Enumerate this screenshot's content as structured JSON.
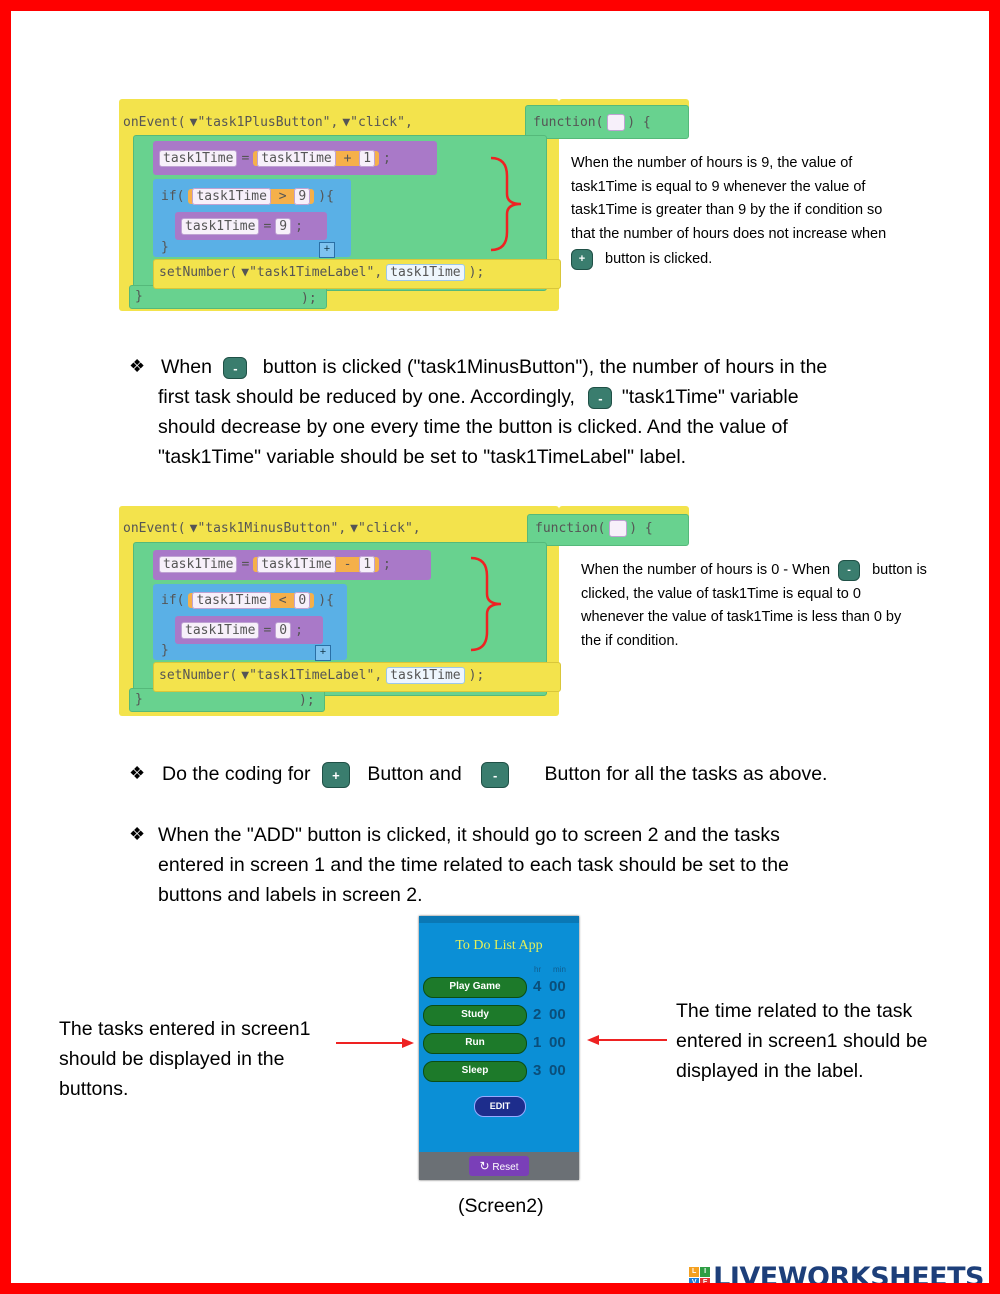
{
  "code_block_1": {
    "line1": {
      "fn": "onEvent(",
      "arg1": "▼\"task1PlusButton\",",
      "arg2": "▼\"click\",",
      "func": "function(",
      "func_end": ") {"
    },
    "line2": {
      "var": "task1Time",
      "eq": "=",
      "expr_var": "task1Time",
      "op": "+",
      "num": "1",
      "end": ";"
    },
    "line3": {
      "kw": "if(",
      "var": "task1Time",
      "op": ">",
      "num": "9",
      "end": "){"
    },
    "line4": {
      "var": "task1Time",
      "eq": "=",
      "num": "9",
      "end": ";"
    },
    "line5": {
      "close": "}",
      "plus": "+"
    },
    "line6": {
      "fn": "setNumber(",
      "arg1": "▼\"task1TimeLabel\",",
      "arg2": "task1Time",
      "end": ");"
    },
    "line7": {
      "close": "}",
      "end": ");"
    }
  },
  "note_1": {
    "l1": "When the number of hours is 9, the value of",
    "l2": "task1Time is equal to 9 whenever the value of",
    "l3": "task1Time is greater than 9 by the if condition so",
    "l4": "that the number of hours does not increase when",
    "btn": "+",
    "l5": "button is clicked."
  },
  "para_1": {
    "bullet": "❖",
    "a": "When",
    "btn1": "-",
    "b": "button is clicked (\"task1MinusButton\"), the number of hours in the",
    "c": "first task should be reduced by one. Accordingly,",
    "btn2": "-",
    "d": "\"task1Time\" variable",
    "e": "should decrease by one every time the button is clicked. And the value of",
    "f": "\"task1Time\" variable should be set to \"task1TimeLabel\" label."
  },
  "code_block_2": {
    "line1": {
      "fn": "onEvent(",
      "arg1": "▼\"task1MinusButton\",",
      "arg2": "▼\"click\",",
      "func": "function(",
      "func_end": ") {"
    },
    "line2": {
      "var": "task1Time",
      "eq": "=",
      "expr_var": "task1Time",
      "op": "-",
      "num": "1",
      "end": ";"
    },
    "line3": {
      "kw": "if(",
      "var": "task1Time",
      "op": "<",
      "num": "0",
      "end": "){"
    },
    "line4": {
      "var": "task1Time",
      "eq": "=",
      "num": "0",
      "end": ";"
    },
    "line5": {
      "close": "}",
      "plus": "+"
    },
    "line6": {
      "fn": "setNumber(",
      "arg1": "▼\"task1TimeLabel\",",
      "arg2": "task1Time",
      "end": ");"
    },
    "line7": {
      "close": "}",
      "end": ");"
    }
  },
  "note_2": {
    "a": "When the number of hours is 0 - When",
    "btn": "-",
    "b": "button is",
    "l2": "clicked, the value of task1Time is equal to 0",
    "l3": "whenever the value of task1Time is less than 0 by",
    "l4": "the if condition."
  },
  "para_2": {
    "bullet": "❖",
    "a": "Do the coding for",
    "btn1": "+",
    "b": "Button and",
    "btn2": "-",
    "c": "Button for all the tasks as above."
  },
  "para_3": {
    "bullet": "❖",
    "l1": "When the \"ADD\" button is clicked, it should go to screen 2 and the tasks",
    "l2": "entered in screen 1 and the time related to each task should be set to the",
    "l3": "buttons and labels in screen 2."
  },
  "phone": {
    "title": "To Do List App",
    "hdr_hr": "hr",
    "hdr_min": "min",
    "tasks": [
      {
        "name": "Play Game",
        "hr": "4",
        "min": "00"
      },
      {
        "name": "Study",
        "hr": "2",
        "min": "00"
      },
      {
        "name": "Run",
        "hr": "1",
        "min": "00"
      },
      {
        "name": "Sleep",
        "hr": "3",
        "min": "00"
      }
    ],
    "edit": "EDIT",
    "reset": "Reset"
  },
  "left_caption": {
    "l1": "The tasks entered in screen1",
    "l2": "should be displayed in the",
    "l3": "buttons."
  },
  "right_caption": {
    "l1": "The time related to the task",
    "l2": "entered in screen1 should be",
    "l3": "displayed in the label."
  },
  "screen_caption": "(Screen2)",
  "logo": {
    "text": "LIVEWORKSHEETS",
    "tiles": [
      "L",
      "I",
      "V",
      "E"
    ],
    "tile_colors": [
      "#f4a020",
      "#2f9e44",
      "#1c7ed6",
      "#e03131"
    ]
  },
  "colors": {
    "border": "#ff0000",
    "arrow": "#e22222",
    "brace": "#e22222"
  }
}
